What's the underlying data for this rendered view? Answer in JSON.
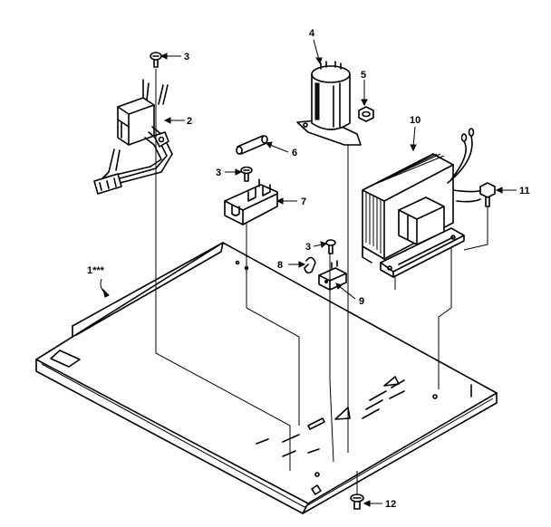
{
  "callouts": {
    "c1": "1***",
    "c2": "2",
    "c3a": "3",
    "c3b": "3",
    "c3c": "3",
    "c4": "4",
    "c5": "5",
    "c6": "6",
    "c7": "7",
    "c8": "8",
    "c9": "9",
    "c10": "10",
    "c11": "11",
    "c12": "12"
  }
}
